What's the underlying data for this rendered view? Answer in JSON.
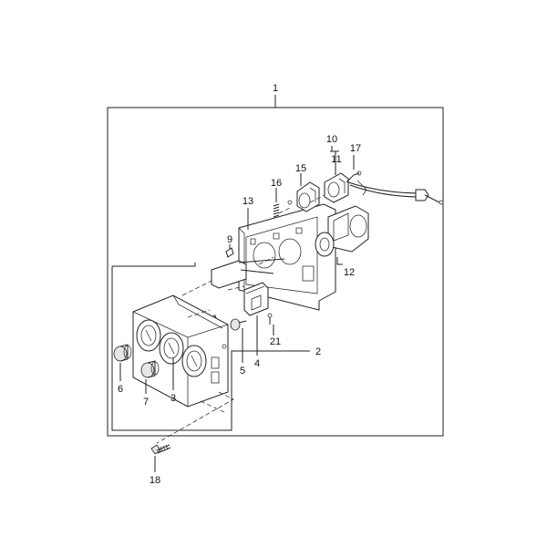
{
  "callouts": {
    "c1": "1",
    "c2": "2",
    "c3": "3",
    "c4": "4",
    "c5": "5",
    "c6": "6",
    "c7": "7",
    "c9": "9",
    "c10": "10",
    "c11": "11",
    "c12": "12",
    "c13": "13",
    "c15": "15",
    "c16": "16",
    "c17": "17",
    "c18": "18",
    "c21": "21"
  }
}
